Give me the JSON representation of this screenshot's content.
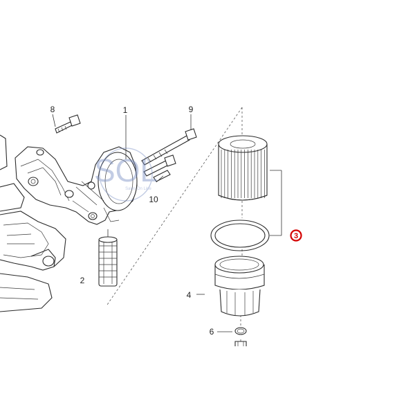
{
  "labels": {
    "part1": "1",
    "part2": "2",
    "part3": "3",
    "part4": "4",
    "part6": "6",
    "part8": "8",
    "part9": "9",
    "part10": "10"
  },
  "watermark": {
    "logo": "SOL",
    "tagline": "Sales On Line"
  },
  "colors": {
    "callout": "#d40000",
    "line": "#2a2a2a",
    "watermark": "#7a8fc4"
  }
}
